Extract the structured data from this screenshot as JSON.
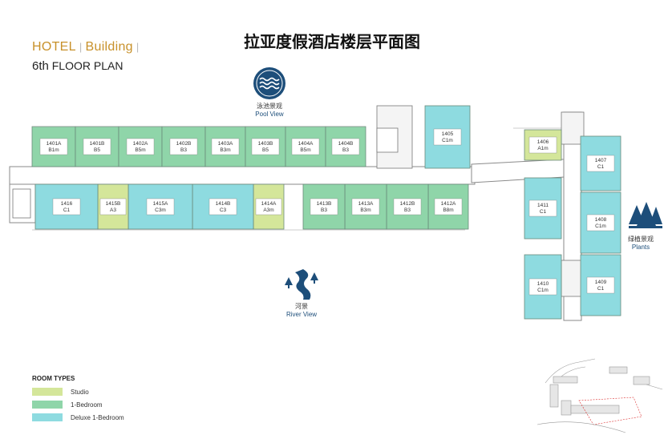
{
  "header": {
    "hotel_label": "HOTEL",
    "building_label": "Building",
    "floor_num": "6th",
    "floor_label": "FLOOR PLAN",
    "title_cn": "拉亚度假酒店楼层平面图"
  },
  "views": {
    "pool": {
      "zh": "泳池景观",
      "en": "Pool View"
    },
    "river": {
      "zh": "河景",
      "en": "River View"
    },
    "plants": {
      "zh": "绿植景观",
      "en": "Plants"
    }
  },
  "colors": {
    "studio": "#d4e69a",
    "one_bed": "#8fd5a9",
    "deluxe": "#8edbe0",
    "icon_blue": "#1d4e7a",
    "accent": "#c8912a"
  },
  "legend": {
    "title": "ROOM TYPES",
    "items": [
      {
        "label": "Studio",
        "color": "#d4e69a"
      },
      {
        "label": "1-Bedroom",
        "color": "#8fd5a9"
      },
      {
        "label": "Deluxe 1-Bedroom",
        "color": "#8edbe0"
      }
    ]
  },
  "rooms": [
    {
      "num": "1401A",
      "type": "B1m",
      "color": "#8fd5a9"
    },
    {
      "num": "1401B",
      "type": "B5",
      "color": "#8fd5a9"
    },
    {
      "num": "1402A",
      "type": "B5m",
      "color": "#8fd5a9"
    },
    {
      "num": "1402B",
      "type": "B3",
      "color": "#8fd5a9"
    },
    {
      "num": "1403A",
      "type": "B3m",
      "color": "#8fd5a9"
    },
    {
      "num": "1403B",
      "type": "B5",
      "color": "#8fd5a9"
    },
    {
      "num": "1404A",
      "type": "B5m",
      "color": "#8fd5a9"
    },
    {
      "num": "1404B",
      "type": "B3",
      "color": "#8fd5a9"
    },
    {
      "num": "1405",
      "type": "C1m",
      "color": "#8edbe0"
    },
    {
      "num": "1406",
      "type": "A1m",
      "color": "#d4e69a"
    },
    {
      "num": "1407",
      "type": "C1",
      "color": "#8edbe0"
    },
    {
      "num": "1408",
      "type": "C1m",
      "color": "#8edbe0"
    },
    {
      "num": "1409",
      "type": "C1",
      "color": "#8edbe0"
    },
    {
      "num": "1410",
      "type": "C1m",
      "color": "#8edbe0"
    },
    {
      "num": "1411",
      "type": "C1",
      "color": "#8edbe0"
    },
    {
      "num": "1412A",
      "type": "B8m",
      "color": "#8fd5a9"
    },
    {
      "num": "1412B",
      "type": "B3",
      "color": "#8fd5a9"
    },
    {
      "num": "1413A",
      "type": "B3m",
      "color": "#8fd5a9"
    },
    {
      "num": "1413B",
      "type": "B3",
      "color": "#8fd5a9"
    },
    {
      "num": "1414A",
      "type": "A3m",
      "color": "#d4e69a"
    },
    {
      "num": "1414B",
      "type": "C3",
      "color": "#8edbe0"
    },
    {
      "num": "1415A",
      "type": "C3m",
      "color": "#8edbe0"
    },
    {
      "num": "1415B",
      "type": "A3",
      "color": "#d4e69a"
    },
    {
      "num": "1416",
      "type": "C1",
      "color": "#8edbe0"
    }
  ]
}
